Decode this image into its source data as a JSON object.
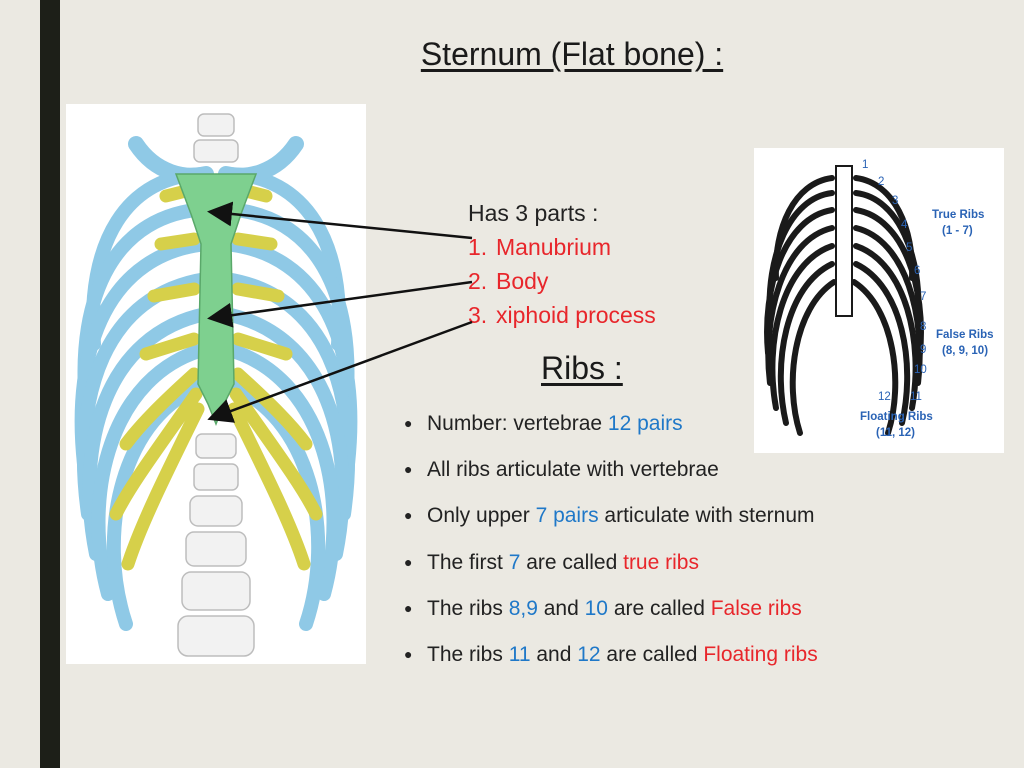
{
  "title": "Sternum (Flat bone) :",
  "parts": {
    "intro": "Has 3 parts :",
    "items": [
      {
        "num": "1.",
        "label": "Manubrium"
      },
      {
        "num": "2.",
        "label": "Body"
      },
      {
        "num": "3.",
        "label": "xiphoid process"
      }
    ]
  },
  "ribs_heading": "Ribs :",
  "bullets": [
    {
      "t1": "Number: vertebrae ",
      "b1": "12 pairs"
    },
    {
      "t1": "All ribs articulate with vertebrae"
    },
    {
      "t1": "Only upper ",
      "b1": "7 pairs",
      "t2": " articulate with sternum"
    },
    {
      "t1": "The first ",
      "b1": "7",
      "t2": " are called ",
      "r1": "true ribs"
    },
    {
      "t1": "The ribs ",
      "b1": "8,9",
      "t2": " and ",
      "b2": "10",
      "t3": " are called ",
      "r1": "False ribs"
    },
    {
      "t1": "The ribs ",
      "b1": "11",
      "t2": " and ",
      "b2": "12",
      "t3": " are called ",
      "r1": "Floating ribs"
    }
  ],
  "figure_labels": {
    "numbers": [
      "1",
      "2",
      "3",
      "4",
      "5",
      "6",
      "7",
      "8",
      "9",
      "10",
      "11",
      "12"
    ],
    "true_ribs": "True Ribs",
    "true_range": "(1 - 7)",
    "false_ribs": "False Ribs",
    "false_range": "(8, 9, 10)",
    "floating_ribs": "Floating Ribs",
    "floating_range": "(11, 12)"
  },
  "colors": {
    "background": "#ebe9e2",
    "side_bar": "#1d1f18",
    "sternum": "#7ed08f",
    "rib_blue": "#8fc9e6",
    "cartilage_yellow": "#d6d04a",
    "accent_red": "#e8262b",
    "accent_blue": "#1f78c8"
  }
}
